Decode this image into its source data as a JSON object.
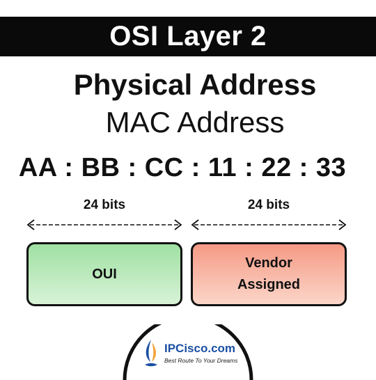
{
  "title": "OSI Layer 2",
  "heading_main": "Physical Address",
  "heading_sub": "MAC Address",
  "mac_address": "AA : BB : CC : 11 : 22 : 33",
  "segments": [
    {
      "bits_label": "24 bits",
      "box_label": "OUI",
      "fill_top": "#9fe0a2",
      "fill_bottom": "#d8f3d7"
    },
    {
      "bits_label": "24 bits",
      "box_label": "Vendor\nAssigned",
      "fill_top": "#f59a85",
      "fill_bottom": "#fbd6c9"
    }
  ],
  "logo": {
    "name": "IPCisco.com",
    "slogan": "Best Route To Your Dreams"
  },
  "colors": {
    "title_bar": "#0a0a0a",
    "logo_blue": "#1a4fa3",
    "logo_sail_orange": "#f2a33a"
  }
}
